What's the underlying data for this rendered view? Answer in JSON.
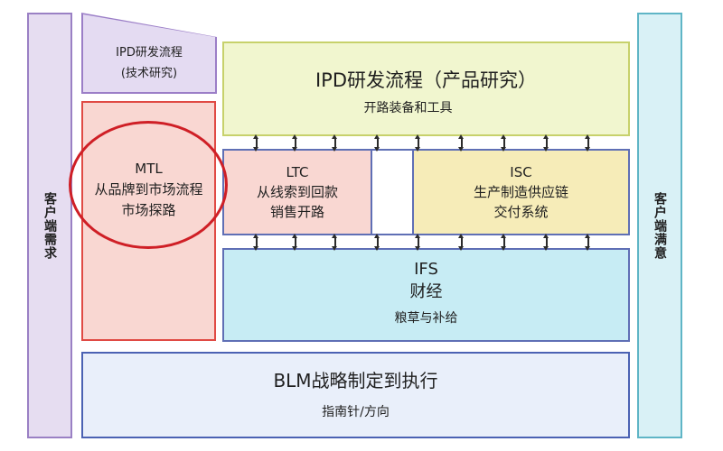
{
  "left_pillar": {
    "label": "客户端需求"
  },
  "right_pillar": {
    "label": "客户端满意"
  },
  "ipd_tech": {
    "line1": "IPD研发流程",
    "line2": "(技术研究)"
  },
  "ipd_product": {
    "title": "IPD研发流程（产品研究）",
    "subtitle": "开路装备和工具"
  },
  "mtl": {
    "line1": "MTL",
    "line2": "从品牌到市场流程",
    "line3": "市场探路"
  },
  "ltc": {
    "line1": "LTC",
    "line2": "从线索到回款",
    "line3": "销售开路"
  },
  "isc": {
    "line1": "ISC",
    "line2": "生产制造供应链",
    "line3": "交付系统"
  },
  "ifs": {
    "line1": "IFS",
    "line2": "财经",
    "line3": "粮草与补给"
  },
  "blm": {
    "title": "BLM战略制定到执行",
    "subtitle": "指南针/方向"
  },
  "colors": {
    "purple": "#9a80c4",
    "cyan": "#5fb5c6",
    "yellow_green": "#c7d16b",
    "red": "#e04a44",
    "highlight_ellipse": "#cf1f26",
    "blue_border": "#5f6fb5"
  }
}
